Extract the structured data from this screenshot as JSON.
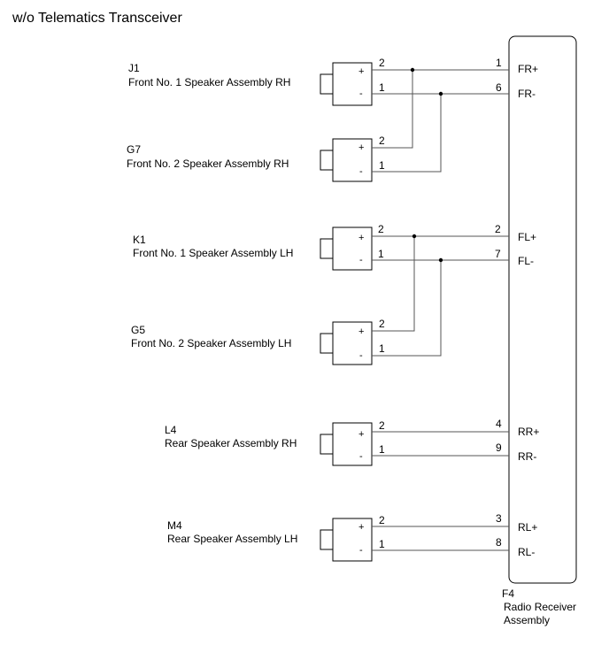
{
  "title": "w/o Telematics Transceiver",
  "receiver": {
    "code": "F4",
    "name_line1": "Radio Receiver",
    "name_line2": "Assembly"
  },
  "speakers": [
    {
      "code": "J1",
      "name": "Front No. 1 Speaker Assembly RH",
      "plus_pin": "2",
      "minus_pin": "1",
      "plus_sign": "+",
      "minus_sign": "-"
    },
    {
      "code": "G7",
      "name": "Front No. 2 Speaker Assembly RH",
      "plus_pin": "2",
      "minus_pin": "1",
      "plus_sign": "+",
      "minus_sign": "-"
    },
    {
      "code": "K1",
      "name": "Front No. 1 Speaker Assembly LH",
      "plus_pin": "2",
      "minus_pin": "1",
      "plus_sign": "+",
      "minus_sign": "-"
    },
    {
      "code": "G5",
      "name": "Front No. 2 Speaker Assembly LH",
      "plus_pin": "2",
      "minus_pin": "1",
      "plus_sign": "+",
      "minus_sign": "-"
    },
    {
      "code": "L4",
      "name": "Rear Speaker Assembly RH",
      "plus_pin": "2",
      "minus_pin": "1",
      "plus_sign": "+",
      "minus_sign": "-"
    },
    {
      "code": "M4",
      "name": "Rear Speaker Assembly LH",
      "plus_pin": "2",
      "minus_pin": "1",
      "plus_sign": "+",
      "minus_sign": "-"
    }
  ],
  "terminals": [
    {
      "pin": "1",
      "name": "FR+"
    },
    {
      "pin": "6",
      "name": "FR-"
    },
    {
      "pin": "2",
      "name": "FL+"
    },
    {
      "pin": "7",
      "name": "FL-"
    },
    {
      "pin": "4",
      "name": "RR+"
    },
    {
      "pin": "9",
      "name": "RR-"
    },
    {
      "pin": "3",
      "name": "RL+"
    },
    {
      "pin": "8",
      "name": "RL-"
    }
  ]
}
